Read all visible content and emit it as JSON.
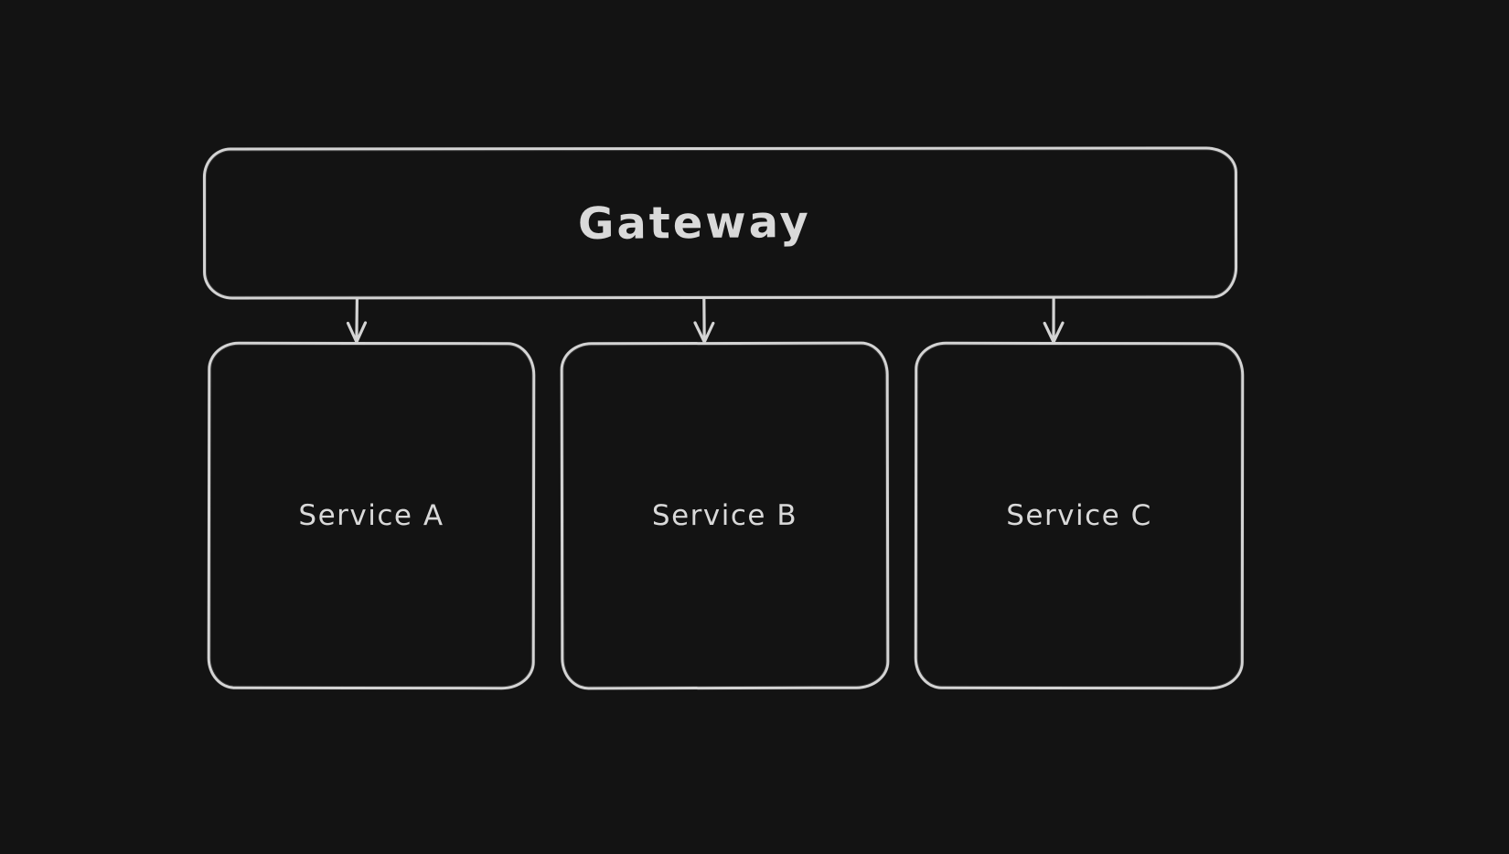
{
  "canvas": {
    "background_color": "#131313",
    "stroke_color": "#d4d4d4",
    "text_color": "#d9d9d9"
  },
  "diagram": {
    "nodes": {
      "gateway": {
        "label": "Gateway"
      },
      "services": [
        {
          "label": "Service A"
        },
        {
          "label": "Service B"
        },
        {
          "label": "Service C"
        }
      ]
    },
    "connections": [
      {
        "from": "Gateway",
        "to": "Service A"
      },
      {
        "from": "Gateway",
        "to": "Service B"
      },
      {
        "from": "Gateway",
        "to": "Service C"
      }
    ]
  }
}
